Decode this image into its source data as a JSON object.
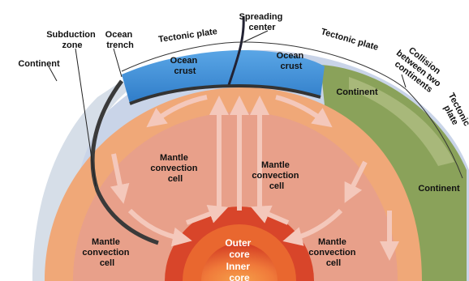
{
  "labels": {
    "subduction_zone": [
      "Subduction",
      "zone"
    ],
    "ocean_trench": [
      "Ocean",
      "trench"
    ],
    "tectonic_plate_left": "Tectonic plate",
    "spreading_center": [
      "Spreading",
      "center"
    ],
    "tectonic_plate_right": "Tectonic plate",
    "continent_left": "Continent",
    "ocean_crust_left": [
      "Ocean",
      "crust"
    ],
    "ocean_crust_right": [
      "Ocean",
      "crust"
    ],
    "collision": [
      "Collision",
      "between two",
      "continents"
    ],
    "tectonic_plate_vertical": [
      "Tectonic",
      "plate"
    ],
    "continent_right_upper": "Continent",
    "continent_right_lower": "Continent",
    "mantle_cell_upper_left": [
      "Mantle",
      "convection",
      "cell"
    ],
    "mantle_cell_upper_right": [
      "Mantle",
      "convection",
      "cell"
    ],
    "mantle_cell_lower_left": [
      "Mantle",
      "convection",
      "cell"
    ],
    "mantle_cell_lower_right": [
      "Mantle",
      "convection",
      "cell"
    ],
    "outer_core": [
      "Outer",
      "core"
    ],
    "inner_core": [
      "Inner",
      "core"
    ]
  },
  "colors": {
    "ocean": "#3a8fd9",
    "continent": "#8aa25a",
    "mantle": "#f0a070",
    "mantle_inner": "#e89a86",
    "outer_core": "#e04a2a",
    "inner_core": "#f07a3a",
    "arrow": "#f2c2b4",
    "asthenosphere": "#c9d4e8"
  }
}
